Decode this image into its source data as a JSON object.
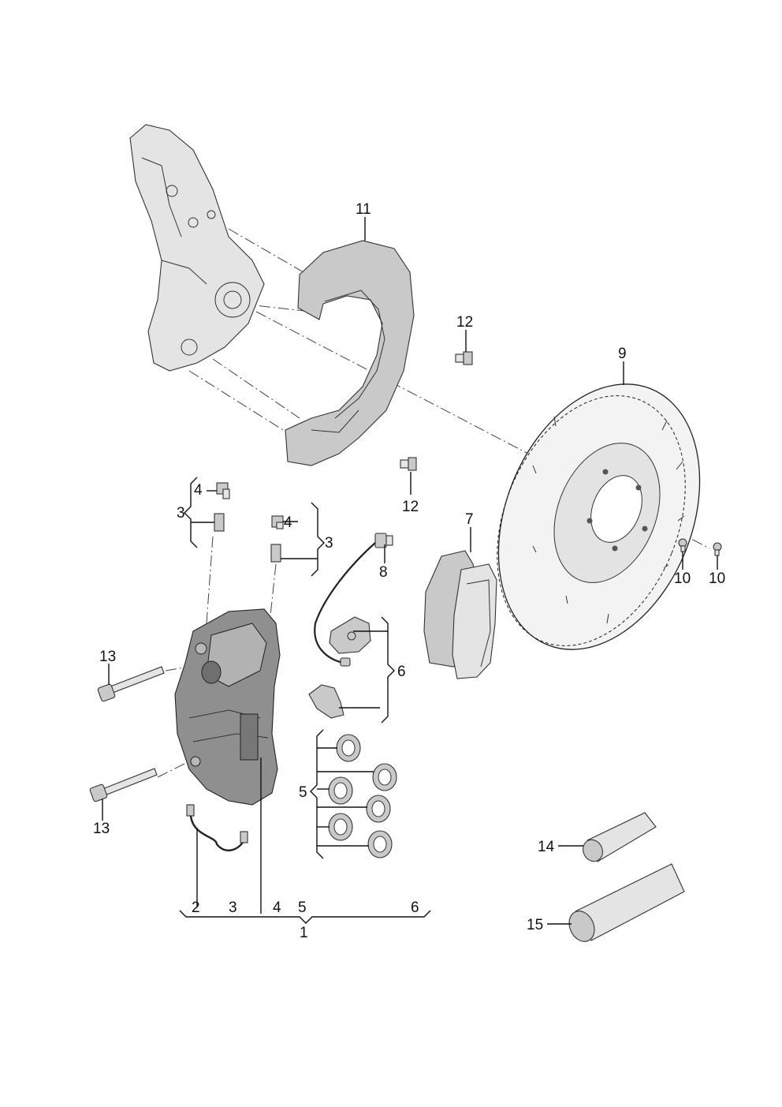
{
  "callouts": {
    "c1": "1",
    "c2": "2",
    "c3a": "3",
    "c3b": "3",
    "c3c": "3",
    "c4a": "4",
    "c4b": "4",
    "c4c": "4",
    "c5a": "5",
    "c5b": "5",
    "c6a": "6",
    "c6b": "6",
    "c7": "7",
    "c8": "8",
    "c9": "9",
    "c10a": "10",
    "c10b": "10",
    "c11": "11",
    "c12a": "12",
    "c12b": "12",
    "c13a": "13",
    "c13b": "13",
    "c14": "14",
    "c15": "15"
  },
  "colors": {
    "line": "#111111",
    "part_light": "#e4e4e4",
    "part_mid": "#c9c9c9",
    "part_dark": "#8f8f8f"
  }
}
